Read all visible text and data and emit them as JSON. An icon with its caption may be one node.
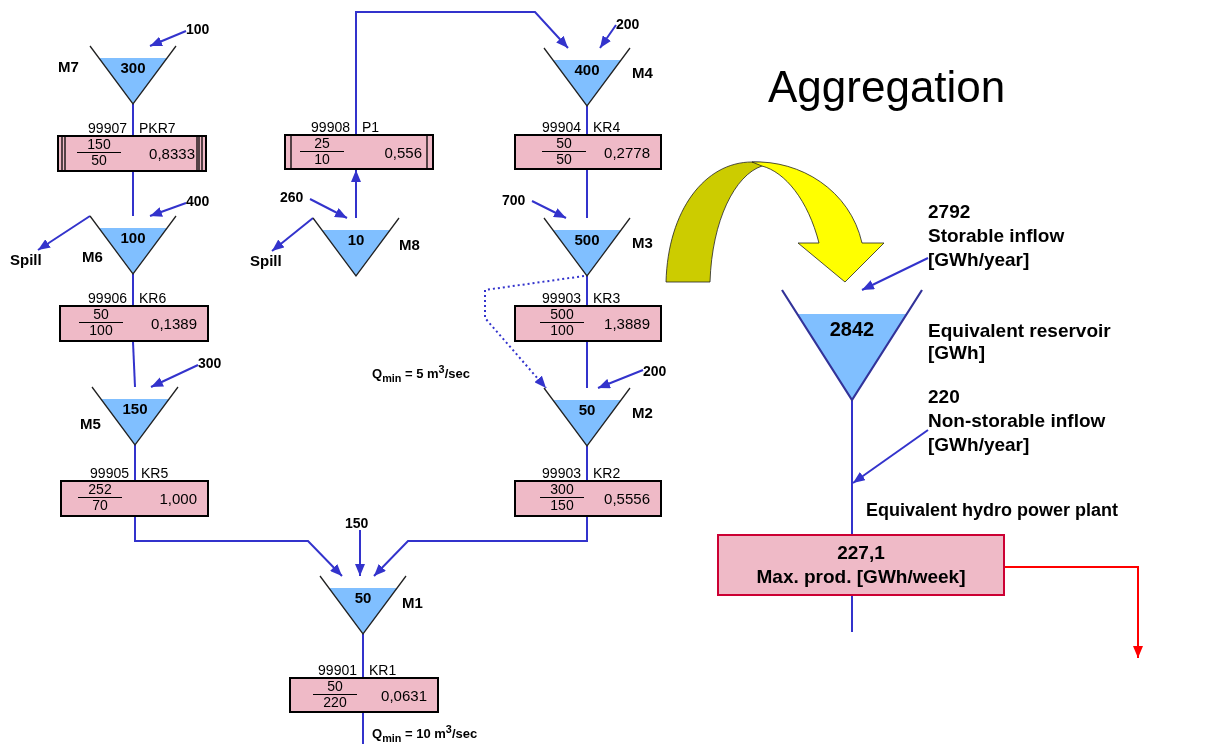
{
  "diagram": {
    "title": "Aggregation",
    "nodes": [
      {
        "text": [
          "300"
        ],
        "beside": [
          "M7"
        ]
      },
      {
        "text": [
          "99907",
          "PKR7",
          "150",
          "50",
          "0,8333"
        ]
      },
      {
        "text": [
          "100"
        ],
        "beside": [
          "M6"
        ]
      },
      {
        "text": [
          "99906",
          "KR6",
          "50",
          "100",
          "0,1389"
        ]
      },
      {
        "text": [
          "150"
        ],
        "beside": [
          "M5"
        ]
      },
      {
        "text": [
          "99905",
          "KR5",
          "252",
          "70",
          "1,000"
        ]
      },
      {
        "text": [
          "99908",
          "P1",
          "25",
          "10",
          "0,556"
        ]
      },
      {
        "text": [
          "10"
        ],
        "beside": [
          "M8"
        ]
      },
      {
        "text": [
          "400"
        ],
        "beside": [
          "M4"
        ]
      },
      {
        "text": [
          "99904",
          "KR4",
          "50",
          "50",
          "0,2778"
        ]
      },
      {
        "text": [
          "500"
        ],
        "beside": [
          "M3"
        ]
      },
      {
        "text": [
          "99903",
          "KR3",
          "500",
          "100",
          "1,3889"
        ]
      },
      {
        "text": [
          "50"
        ],
        "beside": [
          "M2"
        ]
      },
      {
        "text": [
          "99903",
          "KR2",
          "300",
          "150",
          "0,5556"
        ]
      },
      {
        "text": [
          "50"
        ],
        "beside": [
          "M1"
        ]
      },
      {
        "text": [
          "99901",
          "KR1",
          "50",
          "220",
          "0,0631"
        ]
      },
      {
        "text": [
          "100"
        ]
      },
      {
        "text": [
          "400"
        ]
      },
      {
        "text": [
          "300"
        ]
      },
      {
        "text": [
          "Spill"
        ]
      },
      {
        "text": [
          "260"
        ]
      },
      {
        "text": [
          "Spill"
        ]
      },
      {
        "text": [
          "200"
        ]
      },
      {
        "text": [
          "700"
        ]
      },
      {
        "text": [
          "200"
        ]
      },
      {
        "text": [
          "150"
        ]
      },
      {
        "text": [
          "2842"
        ],
        "beside": [
          "Equivalent reservoir [GWh]"
        ]
      },
      {
        "text": [
          "2792",
          "Storable inflow [GWh/year]"
        ]
      },
      {
        "text": [
          "220",
          "Non-storable inflow [GWh/year]"
        ]
      },
      {
        "text": [
          "Equivalent hydro power plant",
          "227,1",
          "Max. prod. [GWh/week]"
        ]
      }
    ],
    "edges": [
      {
        "from": 16,
        "to": 0,
        "arrow": "to"
      },
      {
        "from": 0,
        "to": 1,
        "arrow": "none"
      },
      {
        "from": 1,
        "to": 2,
        "arrow": "none"
      },
      {
        "from": 17,
        "to": 2,
        "arrow": "to"
      },
      {
        "from": 2,
        "to": 19,
        "arrow": "to"
      },
      {
        "from": 2,
        "to": 3,
        "arrow": "none"
      },
      {
        "from": 3,
        "to": 4,
        "arrow": "none"
      },
      {
        "from": 18,
        "to": 4,
        "arrow": "to"
      },
      {
        "from": 4,
        "to": 5,
        "arrow": "none"
      },
      {
        "from": 5,
        "to": 14,
        "arrow": "to"
      },
      {
        "from": 25,
        "to": 14,
        "arrow": "to"
      },
      {
        "from": 13,
        "to": 14,
        "arrow": "to"
      },
      {
        "from": 14,
        "to": 15,
        "arrow": "none"
      },
      {
        "from": 15,
        "to": null,
        "arrow": "none",
        "label": "Q$_{min}$ = 10 m$^{3}$/sec"
      },
      {
        "from": 7,
        "to": 6,
        "arrow": "to"
      },
      {
        "from": 20,
        "to": 7,
        "arrow": "to"
      },
      {
        "from": 7,
        "to": 21,
        "arrow": "to"
      },
      {
        "from": 6,
        "to": 8,
        "arrow": "to"
      },
      {
        "from": 22,
        "to": 8,
        "arrow": "to"
      },
      {
        "from": 8,
        "to": 9,
        "arrow": "none"
      },
      {
        "from": 9,
        "to": 10,
        "arrow": "none"
      },
      {
        "from": 23,
        "to": 10,
        "arrow": "to"
      },
      {
        "from": 10,
        "to": 11,
        "arrow": "none"
      },
      {
        "from": 10,
        "to": 12,
        "arrow": "to",
        "style": "dashed",
        "label": "Q$_{min}$ = 5 m$^{3}$/sec"
      },
      {
        "from": 11,
        "to": 12,
        "arrow": "none"
      },
      {
        "from": 24,
        "to": 12,
        "arrow": "to"
      },
      {
        "from": 12,
        "to": 13,
        "arrow": "none"
      },
      {
        "from": 27,
        "to": 26,
        "arrow": "to"
      },
      {
        "from": 26,
        "to": 29,
        "arrow": "none"
      },
      {
        "from": 28,
        "to": 29,
        "arrow": "to"
      },
      {
        "from": 29,
        "to": null,
        "arrow": "none"
      },
      {
        "from": 29,
        "to": null,
        "arrow": "to",
        "color": "#ff0000"
      }
    ]
  }
}
